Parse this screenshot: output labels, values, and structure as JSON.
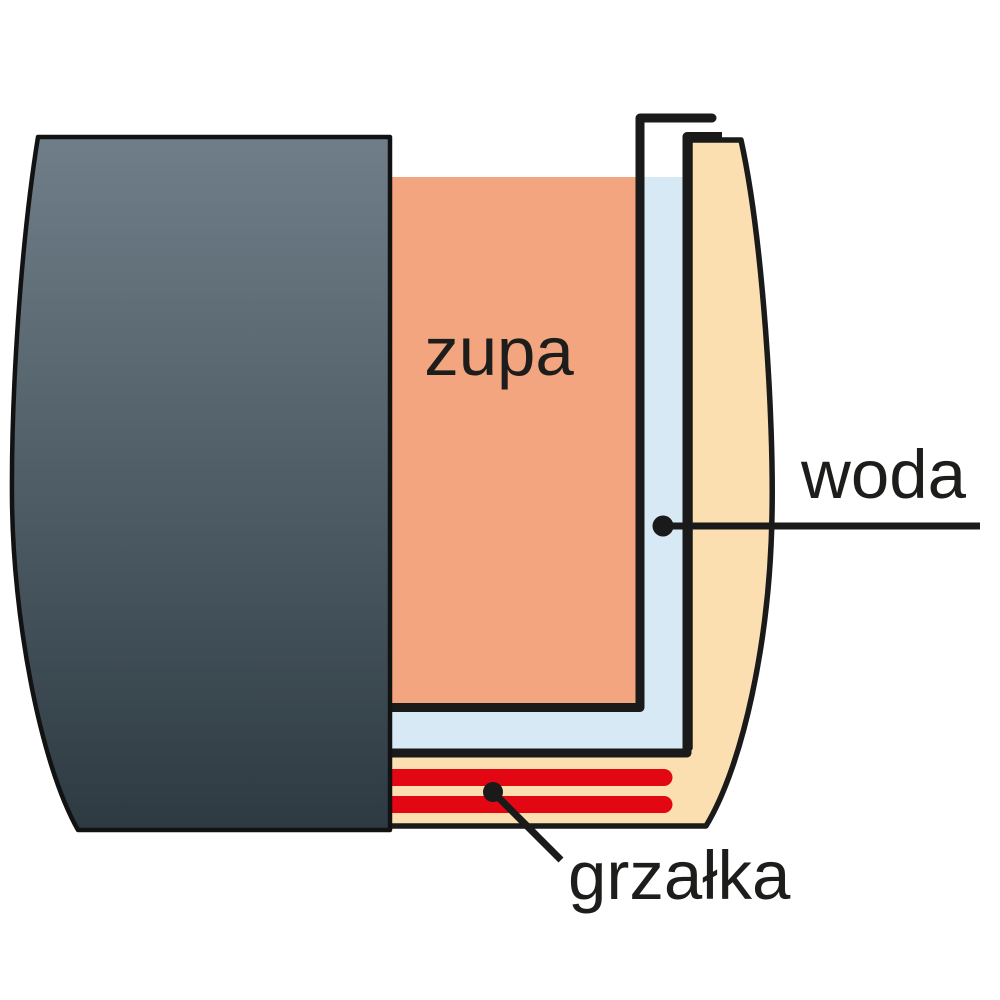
{
  "diagram": {
    "description": "Cross-section diagram of a double-boiler soup kettle (bain-marie)",
    "labels": {
      "soup": "zupa",
      "water": "woda",
      "heater": "grzałka"
    }
  },
  "colors": {
    "background": "#FFFFFF",
    "soup": "#F2A57E",
    "water": "#D8E9F6",
    "vessel_wall": "#FBDFB0",
    "heater": "#E30613",
    "outline": "#1A1A1A",
    "text": "#1D1D1B",
    "pot_body_top": "#6F7E88",
    "pot_body_mid": "#4C5A63",
    "pot_body_bottom": "#2D3A42"
  }
}
